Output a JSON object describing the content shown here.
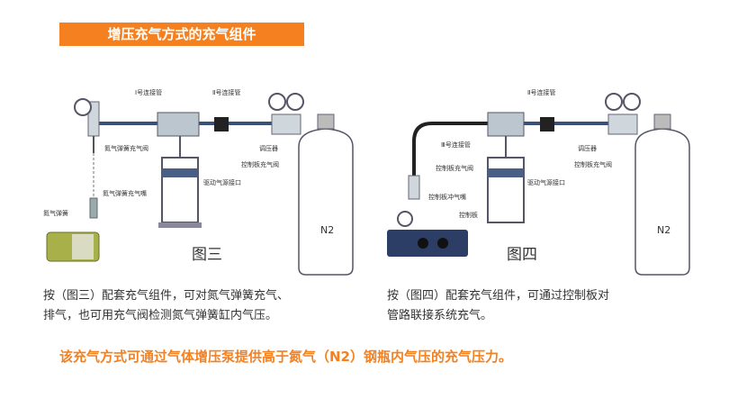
{
  "header": {
    "title": "增压充气方式的充气组件"
  },
  "figure_left": {
    "caption": "图三",
    "labels": {
      "pipe1": "Ⅰ号连接管",
      "pipe2": "Ⅱ号连接管",
      "spring_valve": "氮气弹簧充气阀",
      "spring_nozzle": "氮气弹簧充气嘴",
      "spring": "氮气弹簧",
      "drive_port": "驱动气源接口",
      "regulator": "调压器",
      "ctrl_valve": "控制板充气阀",
      "cylinder": "N2"
    }
  },
  "figure_right": {
    "caption": "图四",
    "labels": {
      "pipe2": "Ⅱ号连接管",
      "pipe3": "Ⅲ号连接管",
      "ctrl_valve_a": "控制板充气阀",
      "ctrl_nozzle": "控制板冲气嘴",
      "ctrl_panel": "控制板",
      "drive_port": "驱动气源接口",
      "regulator": "调压器",
      "ctrl_valve_b": "控制板充气阀",
      "cylinder": "N2"
    }
  },
  "text": {
    "left_line1": "按（图三）配套充气组件，可对氮气弹簧充气、",
    "left_line2": "排气，也可用充气阀检测氮气弹簧缸内气压。",
    "right_line1": "按（图四）配套充气组件，可通过控制板对",
    "right_line2": "管路联接系统充气。",
    "bottom": "该充气方式可通过气体增压泵提供高于氮气（N2）钢瓶内气压的充气压力。"
  },
  "colors": {
    "accent": "#f5801f"
  }
}
